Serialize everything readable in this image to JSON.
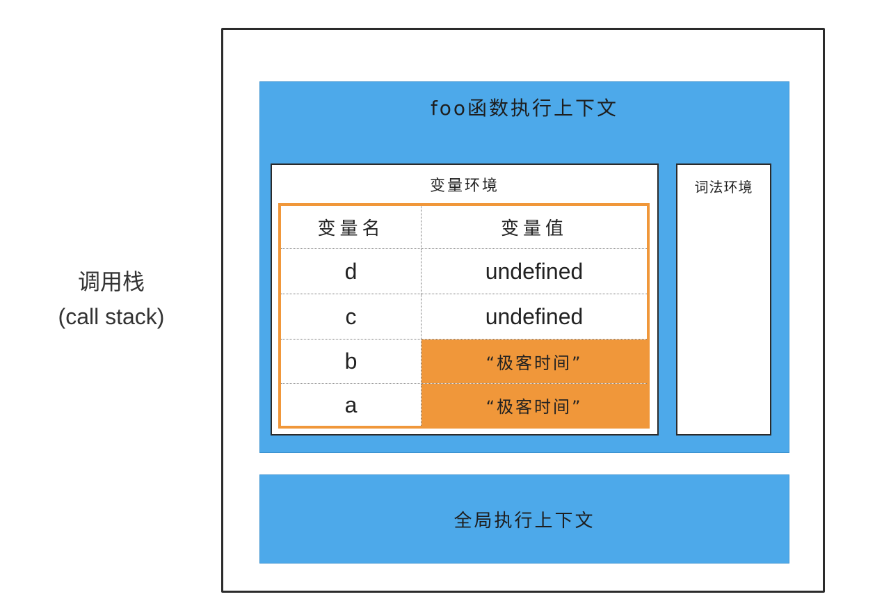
{
  "call_stack_label": {
    "line1": "调用栈",
    "line2": "(call stack)"
  },
  "foo_context": {
    "title": "foo函数执行上下文",
    "variable_environment": {
      "title": "变量环境",
      "table": {
        "headers": {
          "name": "变量名",
          "value": "变量值"
        },
        "rows": [
          {
            "name": "d",
            "value": "undefined",
            "highlighted": false
          },
          {
            "name": "c",
            "value": "undefined",
            "highlighted": false
          },
          {
            "name": "b",
            "value": "“极客时间”",
            "highlighted": true
          },
          {
            "name": "a",
            "value": "“极客时间”",
            "highlighted": true
          }
        ]
      }
    },
    "lexical_environment": {
      "title": "词法环境"
    }
  },
  "global_context": {
    "title": "全局执行上下文"
  },
  "colors": {
    "context_blue": "#4da9ea",
    "table_orange": "#f0973a",
    "frame_border": "#2b2b2b"
  }
}
